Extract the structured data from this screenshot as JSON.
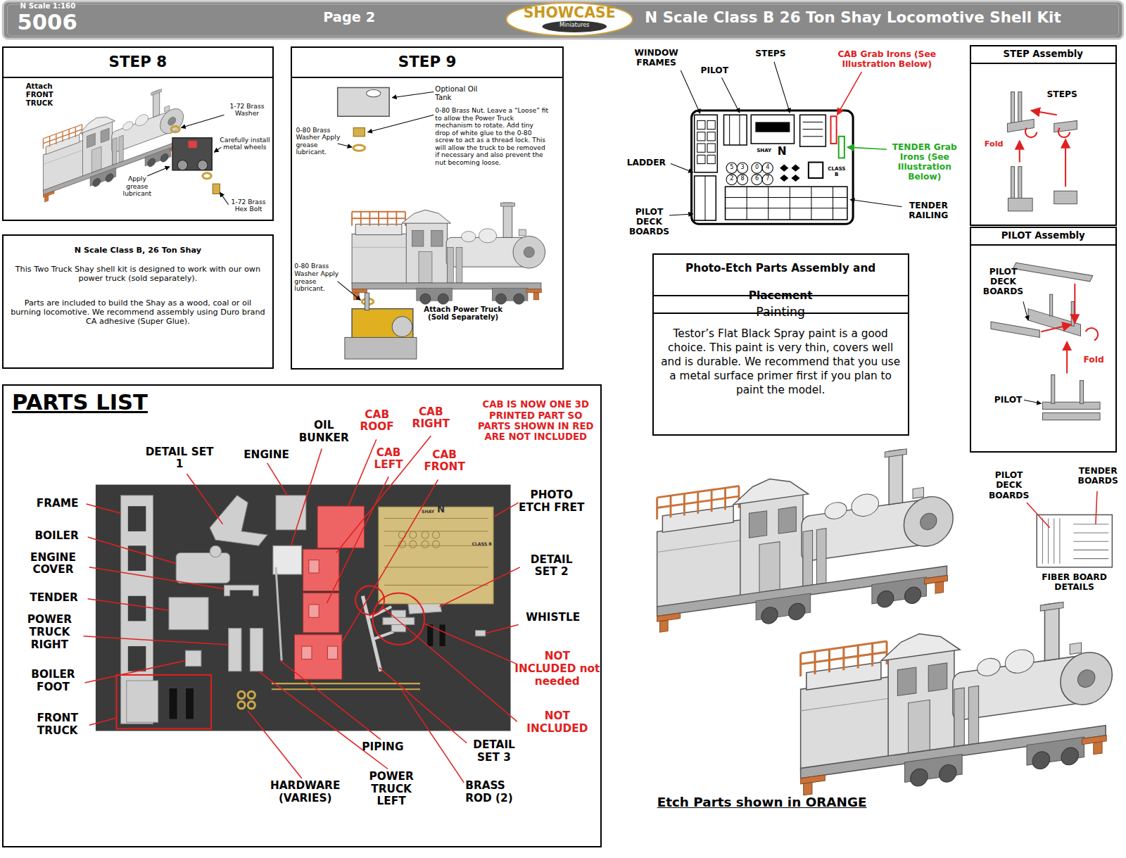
{
  "diagram": {
    "title": "N Scale Class B 26 Ton Shay Locomotive Shell Kit",
    "nodes": [
      {
        "text": [
          "STEP 8"
        ]
      },
      {
        "text": [
          "STEP 9"
        ]
      },
      {
        "text": [
          "N Scale Class B, 26 Ton Shay",
          "This Two Truck Shay shell kit is designed to work with our own power truck (sold separately).",
          "Parts are included to build the Shay as a wood, coal or oil burning locomotive. We recommend assembly using Duro brand CA adhesive (Super Glue)."
        ]
      },
      {
        "text": [
          "PARTS LIST"
        ]
      },
      {
        "text": [
          "Photo-Etch Parts Assembly and Placement"
        ]
      },
      {
        "text": [
          "Painting",
          "Testor’s Flat Black Spray paint is a good choice. This paint is very thin, covers well and is durable. We recommend that you use a metal surface primer first if you plan to paint the model."
        ]
      },
      {
        "text": [
          "STEP Assembly"
        ]
      },
      {
        "text": [
          "PILOT Assembly"
        ]
      }
    ],
    "labels": [
      "N Scale 1:160",
      "5006",
      "Page 2",
      "SHOWCASE",
      "Miniatures",
      "Attach FRONT TRUCK",
      "1-72 Brass Washer",
      "Carefully install metal wheels",
      "Apply grease lubricant",
      "1-72 Brass Hex Bolt",
      "Optional Oil Tank",
      "0-80 Brass Nut. Leave a “Loose” fit to allow the Power Truck mechanism to rotate. Add tiny drop of white glue to the 0-80 screw to act as a thread lock. This will allow the truck to be removed if necessary and also prevent the nut becoming loose.",
      "0-80 Brass Washer Apply grease lubricant.",
      "0-80 Brass Washer Apply grease lubricant.",
      "Attach Power Truck (Sold Separately)",
      "WINDOW FRAMES",
      "PILOT",
      "STEPS",
      "CAB Grab Irons (See Illustration Below)",
      "LADDER",
      "TENDER Grab Irons (See Illustration Below)",
      "PILOT DECK BOARDS",
      "TENDER RAILING",
      "SHAY",
      "N",
      "CLASS B",
      "5",
      "3",
      "2",
      "8",
      "0",
      "4",
      "6",
      "7",
      "STEPS",
      "Fold",
      "PILOT DECK BOARDS",
      "Fold",
      "PILOT",
      "PILOT DECK BOARDS",
      "TENDER BOARDS",
      "FIBER BOARD DETAILS",
      "Etch Parts shown in ORANGE",
      "DETAIL SET 1",
      "ENGINE",
      "OIL BUNKER",
      "CAB ROOF",
      "CAB RIGHT",
      "CAB LEFT",
      "CAB FRONT",
      "CAB IS NOW ONE 3D PRINTED PART SO PARTS SHOWN IN RED ARE NOT INCLUDED",
      "FRAME",
      "BOILER",
      "ENGINE COVER",
      "TENDER",
      "POWER TRUCK RIGHT",
      "BOILER FOOT",
      "FRONT TRUCK",
      "PHOTO ETCH FRET",
      "DETAIL SET 2",
      "WHISTLE",
      "NOT INCLUDED not needed",
      "NOT INCLUDED",
      "PIPING",
      "HARDWARE (VARIES)",
      "POWER TRUCK LEFT",
      "DETAIL SET 3",
      "BRASS ROD (2)",
      "SHAY",
      "N",
      "CLASS B"
    ]
  }
}
